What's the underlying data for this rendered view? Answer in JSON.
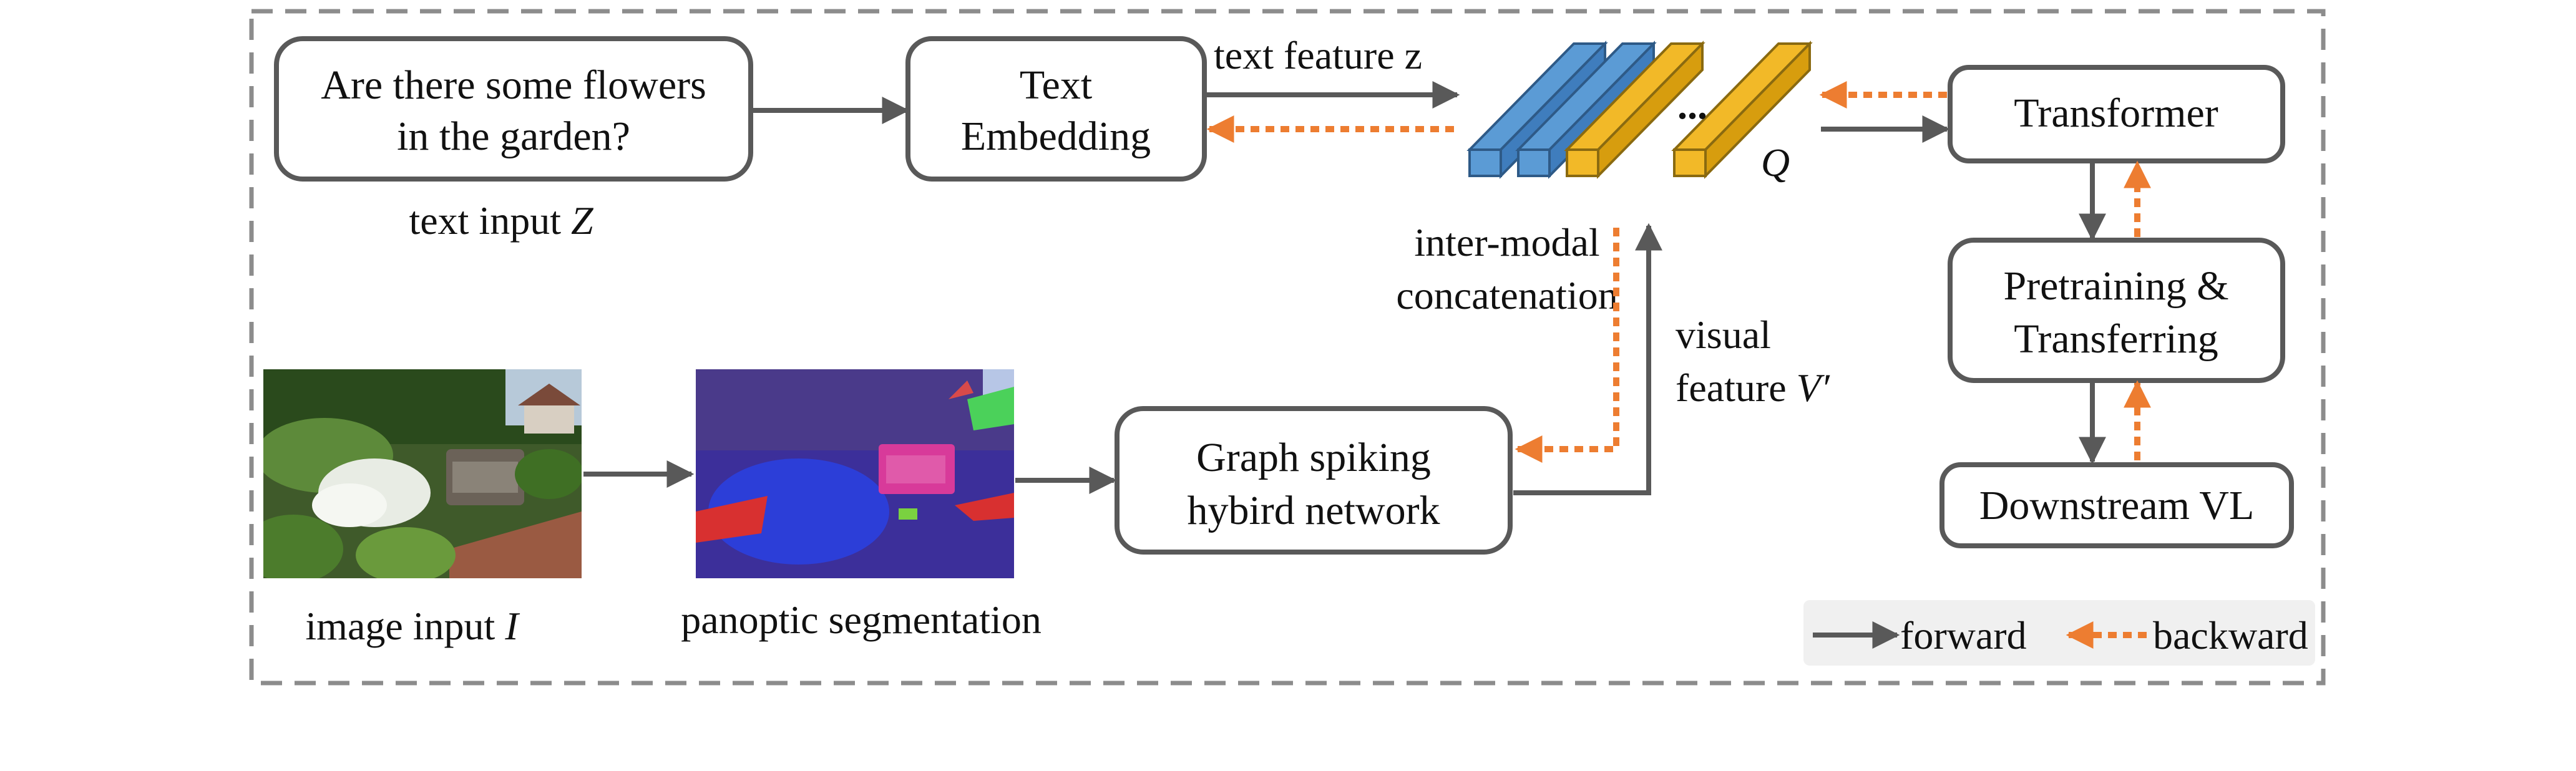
{
  "colors": {
    "frame": "#8c8c8c",
    "box_stroke": "#595959",
    "forward": "#595959",
    "backward": "#ed7d31",
    "blue_token": "#5b9bd5",
    "yellow_token": "#f2b928",
    "legend_bg": "#f0f0f0"
  },
  "boxes": {
    "question_line1": "Are there some flowers",
    "question_line2": "in the garden?",
    "text_embedding_line1": "Text",
    "text_embedding_line2": "Embedding",
    "transformer": "Transformer",
    "pretraining_line1": "Pretraining &",
    "pretraining_line2": "Transferring",
    "downstream": "Downstream VL",
    "gsn_line1": "Graph spiking",
    "gsn_line2": "hybird network"
  },
  "labels": {
    "text_input": "text input ",
    "text_input_symbol": "Z",
    "text_feature": "text feature z",
    "ellipsis": "...",
    "q_symbol": "Q",
    "inter_modal_line1": "inter-modal",
    "inter_modal_line2": "concatenation",
    "visual_line1": "visual",
    "visual_line2": "feature ",
    "visual_symbol": "V′",
    "image_input": "image input ",
    "image_input_symbol": "I",
    "panoptic": "panoptic segmentation"
  },
  "legend": {
    "forward": "forward",
    "backward": "backward"
  },
  "icons": {
    "image_thumbnail": "garden-photo",
    "segmentation_thumbnail": "panoptic-segmentation-map",
    "tokens": "token-bars"
  }
}
